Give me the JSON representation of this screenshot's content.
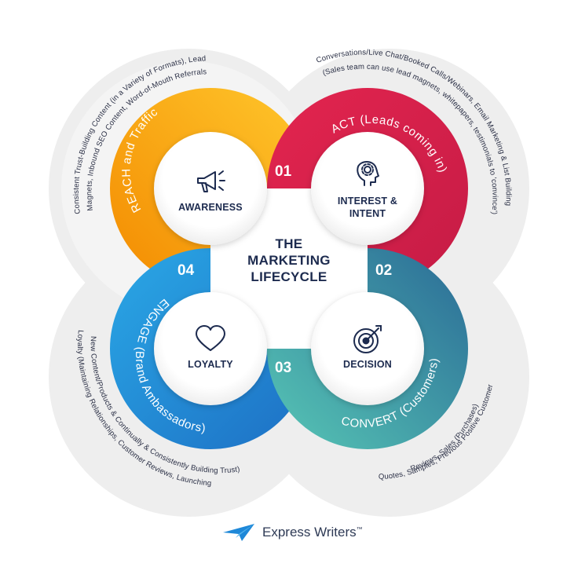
{
  "center_title": [
    "THE",
    "MARKETING",
    "LIFECYCLE"
  ],
  "stages": [
    {
      "number": "01",
      "label_lines": [
        "AWARENESS"
      ],
      "arc_title": "REACH and Traffic",
      "icon": "megaphone-icon",
      "description": [
        "Consistent Trust-Building Content (in a Variety of Formats), Lead",
        "Magnets, Inbound SEO Content, Word-of-Mouth Referrals"
      ]
    },
    {
      "number": "02",
      "label_lines": [
        "INTEREST &",
        "INTENT"
      ],
      "arc_title": "ACT (Leads coming in)",
      "icon": "head-gear-icon",
      "description": [
        "Conversations/Live Chat/Booked Calls/Webinars, Email Marketing & List Building",
        "(Sales team can use lead magnets, whitepapers, testimonials to 'convince')"
      ]
    },
    {
      "number": "03",
      "label_lines": [
        "DECISION"
      ],
      "arc_title": "CONVERT (Customers)",
      "icon": "target-icon",
      "description": [
        "Quotes, Samples, Previous Positive Customer",
        "Reviews, Sales (Purchases)"
      ]
    },
    {
      "number": "04",
      "label_lines": [
        "LOYALTY"
      ],
      "arc_title": "ENGAGE (Brand Ambassadors)",
      "icon": "heart-icon",
      "description": [
        "Loyalty (Maintaining Relationships, Customer Reviews, Launching",
        "New Content/Products & Continually & Consistently Building Trust)"
      ]
    }
  ],
  "brand": {
    "name": "Express Writers",
    "trademark": "™"
  },
  "colors": {
    "orange": "#f39200",
    "yellow": "#ffc629",
    "red": "#e0204f",
    "magenta": "#c01f4f",
    "blue": "#1f9ee0",
    "blue_dark": "#1e77c8",
    "teal": "#4cbfb4",
    "teal_dark": "#2b6f97",
    "grey_ring": "#efefef",
    "navy": "#1d2b4f"
  }
}
